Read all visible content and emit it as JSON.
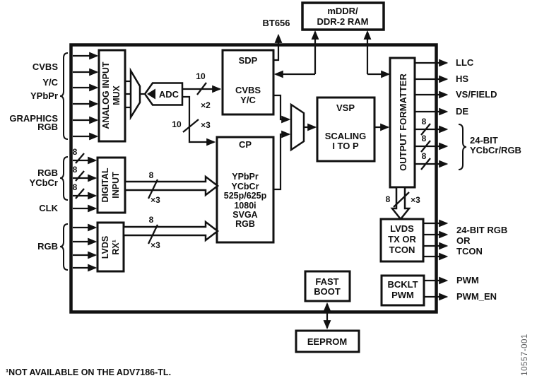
{
  "blocks": {
    "analog_input_mux": {
      "line1": "ANALOG INPUT",
      "line2": "MUX"
    },
    "adc": {
      "label": "ADC"
    },
    "sdp": {
      "title": "SDP",
      "line1": "CVBS",
      "line2": "Y/C"
    },
    "cp": {
      "title": "CP",
      "lines": [
        "YPbPr",
        "YCbCr",
        "525p/625p",
        "1080i",
        "SVGA",
        "RGB"
      ]
    },
    "vsp": {
      "title": "VSP",
      "line1": "SCALING",
      "line2": "I TO P"
    },
    "output_formatter": {
      "label": "OUTPUT FORMATTER"
    },
    "digital_input": {
      "line1": "DIGITAL",
      "line2": "INPUT"
    },
    "lvds_rx": {
      "line1": "LVDS",
      "line2": "RX¹"
    },
    "lvds_tx": {
      "line1": "LVDS",
      "line2": "TX OR",
      "line3": "TCON"
    },
    "bcklt_pwm": {
      "line1": "BCKLT",
      "line2": "PWM"
    },
    "fast_boot": {
      "line1": "FAST",
      "line2": "BOOT"
    },
    "eeprom": {
      "label": "EEPROM"
    },
    "ram": {
      "line1": "mDDR/",
      "line2": "DDR-2 RAM"
    },
    "bt656": {
      "label": "BT656"
    }
  },
  "inputs": {
    "analog_labels": [
      "CVBS",
      "Y/C",
      "YPbPr",
      "GRAPHICS",
      "RGB"
    ],
    "digital_label1": "RGB",
    "digital_label2": "YCbCr",
    "clk_label": "CLK",
    "lvds_label": "RGB"
  },
  "outputs": {
    "llc": "LLC",
    "hs": "HS",
    "vs_field": "VS/FIELD",
    "de": "DE",
    "group24_line1": "24-BIT",
    "group24_line2": "YCbCr/RGB",
    "lvds_line1": "24-BIT RGB",
    "lvds_line2": "OR",
    "lvds_line3": "TCON",
    "pwm": "PWM",
    "pwm_en": "PWM_EN"
  },
  "bus": {
    "w10": "10",
    "w8": "8",
    "x2": "×2",
    "x3": "×3"
  },
  "footnote": "¹NOT AVAILABLE ON THE ADV7186-TL.",
  "figure_number": "10557-001",
  "colors": {
    "ink": "#111111",
    "watermark": "#58595b",
    "background": "#ffffff"
  }
}
